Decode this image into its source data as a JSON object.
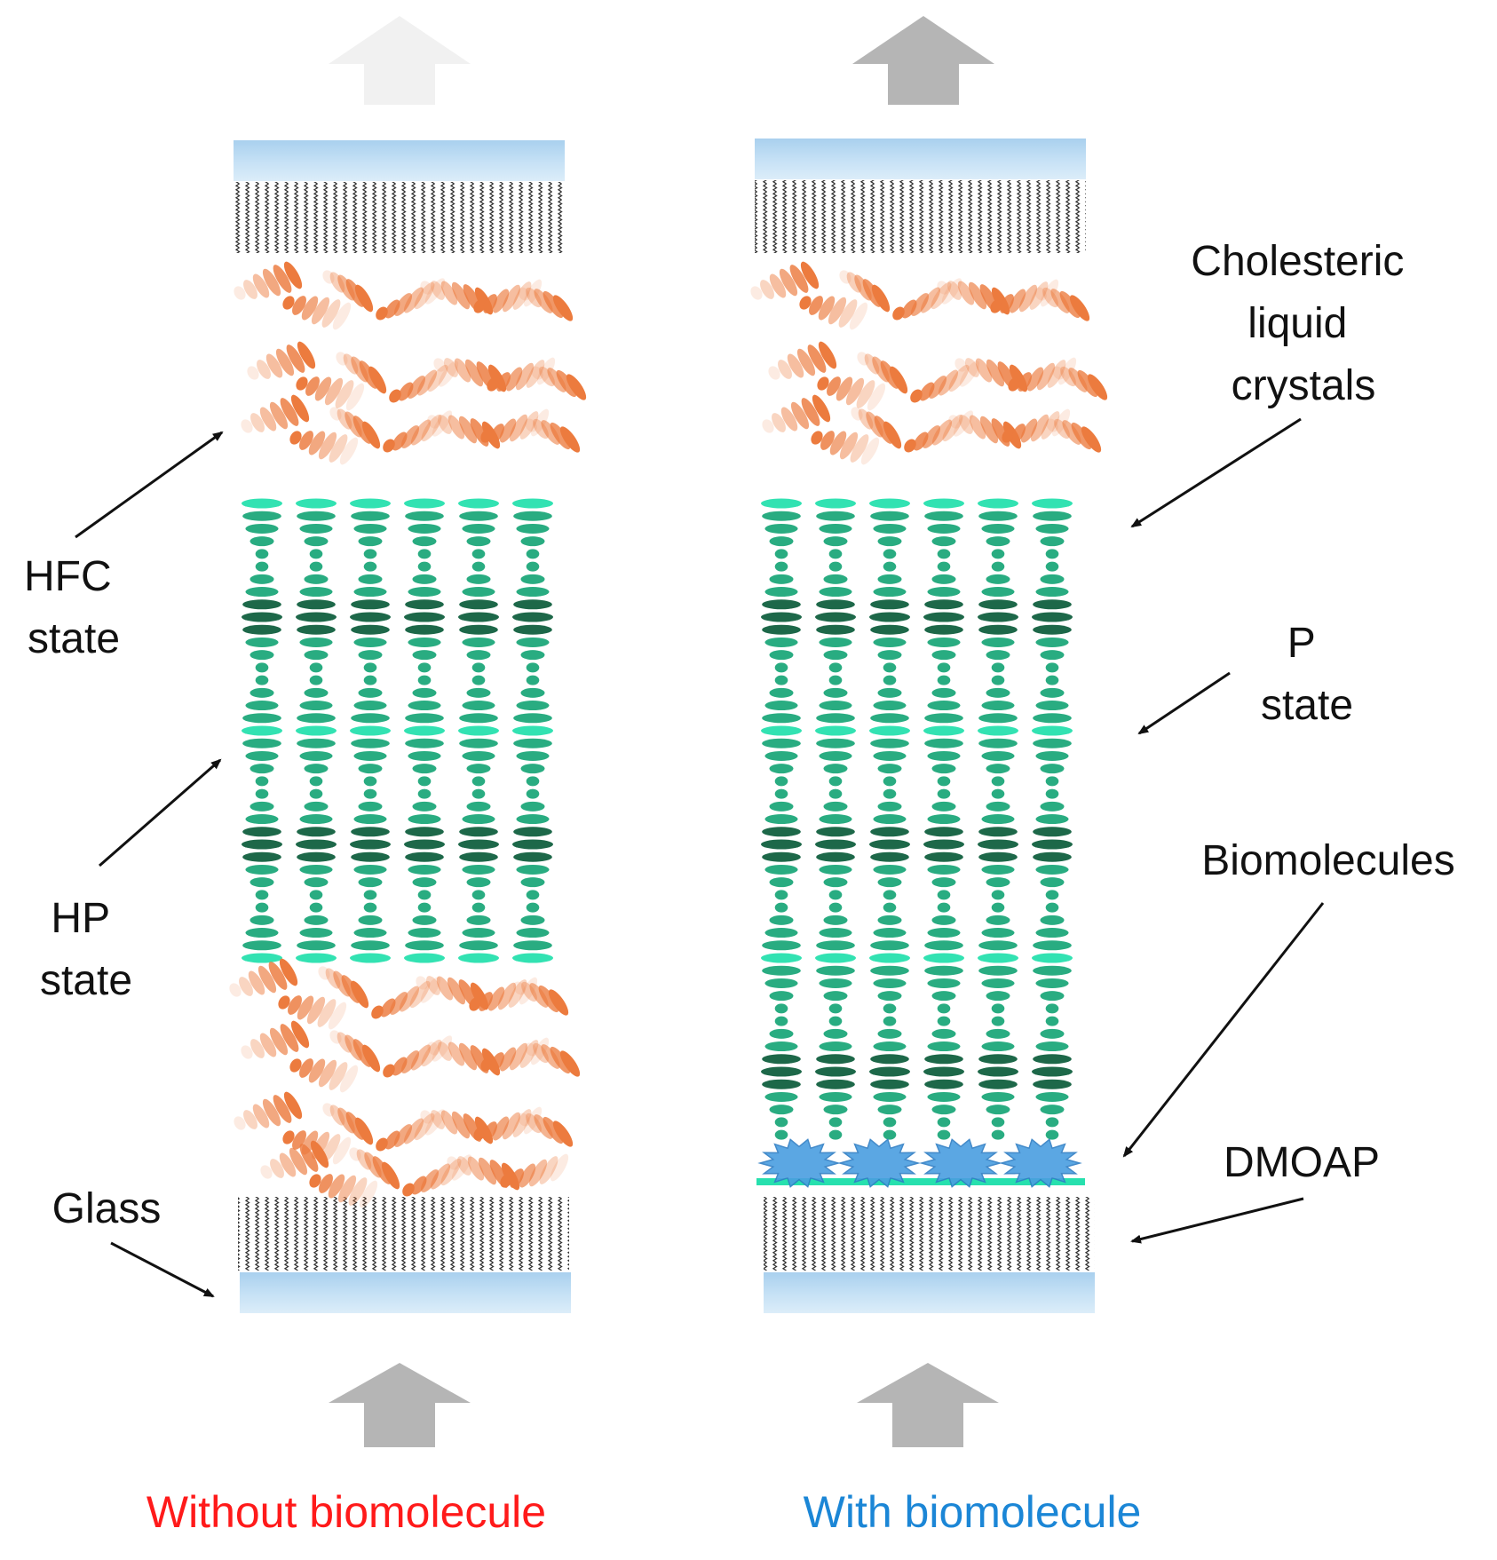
{
  "labels": {
    "hfc": [
      "HFC",
      "state"
    ],
    "hp": [
      "HP",
      "state"
    ],
    "glass": "Glass",
    "cholesteric": [
      "Cholesteric",
      "liquid",
      "crystals"
    ],
    "p_state": [
      "P",
      "state"
    ],
    "biomolecules": "Biomolecules",
    "dmoap": "DMOAP"
  },
  "captions": {
    "left": "Without biomolecule",
    "right": "With biomolecule"
  },
  "colors": {
    "caption_left": "#ff1a1a",
    "caption_right": "#1b86d6",
    "glass": "#bcdcf2",
    "glass_edge": "#9ec8ea",
    "arrow_dim": "#f0f0f0",
    "arrow_strong": "#b3b3b3",
    "orange": "#ec7b3e",
    "green_light": "#27e0ae",
    "green_mid": "#1ea87a",
    "green_dark": "#11603f",
    "biomolecule": "#4a9ee0"
  }
}
